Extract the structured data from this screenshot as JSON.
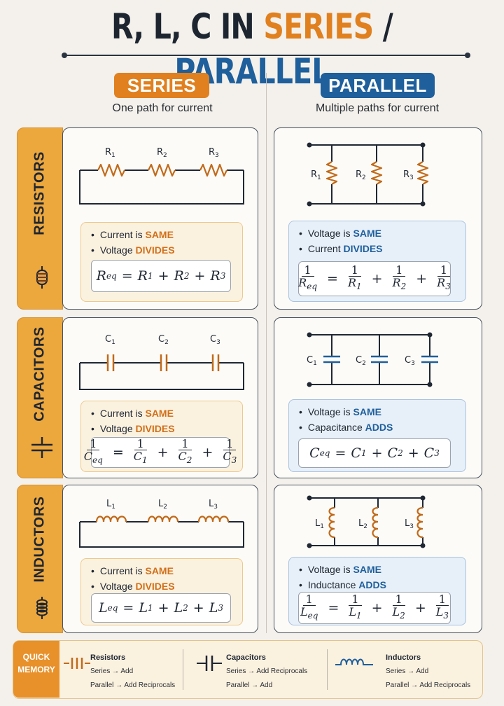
{
  "title": {
    "part1": "R, L, C IN ",
    "part2": "SERIES",
    "part3": " / ",
    "part4": "PARALLEL"
  },
  "columns": {
    "series": {
      "label": "SERIES",
      "subtitle": "One path for current"
    },
    "parallel": {
      "label": "PARALLEL",
      "subtitle": "Multiple paths for current"
    }
  },
  "rows": [
    {
      "tab": "RESISTORS",
      "component_labels": [
        "R1",
        "R2",
        "R3"
      ],
      "series": {
        "b1_prefix": "Current is ",
        "b1_key": "SAME",
        "b2_prefix": "Voltage ",
        "b2_key": "DIVIDES"
      },
      "parallel": {
        "b1_prefix": "Voltage is ",
        "b1_key": "SAME",
        "b2_prefix": "Current ",
        "b2_key": "DIVIDES"
      }
    },
    {
      "tab": "CAPACITORS",
      "component_labels": [
        "C1",
        "C2",
        "C3"
      ],
      "series": {
        "b1_prefix": "Current is ",
        "b1_key": "SAME",
        "b2_prefix": "Voltage ",
        "b2_key": "DIVIDES"
      },
      "parallel": {
        "b1_prefix": "Voltage is ",
        "b1_key": "SAME",
        "b2_prefix": "Capacitance ",
        "b2_key": "ADDS"
      }
    },
    {
      "tab": "INDUCTORS",
      "component_labels": [
        "L1",
        "L2",
        "L3"
      ],
      "series": {
        "b1_prefix": "Current is ",
        "b1_key": "SAME",
        "b2_prefix": "Voltage ",
        "b2_key": "DIVIDES"
      },
      "parallel": {
        "b1_prefix": "Voltage is ",
        "b1_key": "SAME",
        "b2_prefix": "Inductance ",
        "b2_key": "ADDS"
      }
    }
  ],
  "formulas": {
    "r_series": "Req = R1 + R2 + R3",
    "r_parallel": "1/Req = 1/R1 + 1/R2 + 1/R3",
    "c_series": "1/Ceq = 1/C1 + 1/C2 + 1/C3",
    "c_parallel": "Ceq = C1 + C2 + C3",
    "l_series": "Leq = L1 + L2 + L3",
    "l_parallel": "1/Leq = 1/L1 + 1/L2 + 1/L3"
  },
  "quick_memory": {
    "label_line1": "QUICK",
    "label_line2": "MEMORY",
    "items": [
      {
        "title": "Resistors",
        "series": "Series → Add",
        "parallel": "Parallel → Add Reciprocals",
        "icon": "resistor-icon"
      },
      {
        "title": "Capacitors",
        "series": "Series → Add Reciprocals",
        "parallel": "Parallel → Add",
        "icon": "capacitor-icon"
      },
      {
        "title": "Inductors",
        "series": "Series → Add",
        "parallel": "Parallel → Add Reciprocals",
        "icon": "inductor-icon"
      }
    ]
  },
  "colors": {
    "orange": "#e0801f",
    "blue": "#1e5f9c",
    "dark": "#1d2530",
    "tab": "#eca73d"
  }
}
